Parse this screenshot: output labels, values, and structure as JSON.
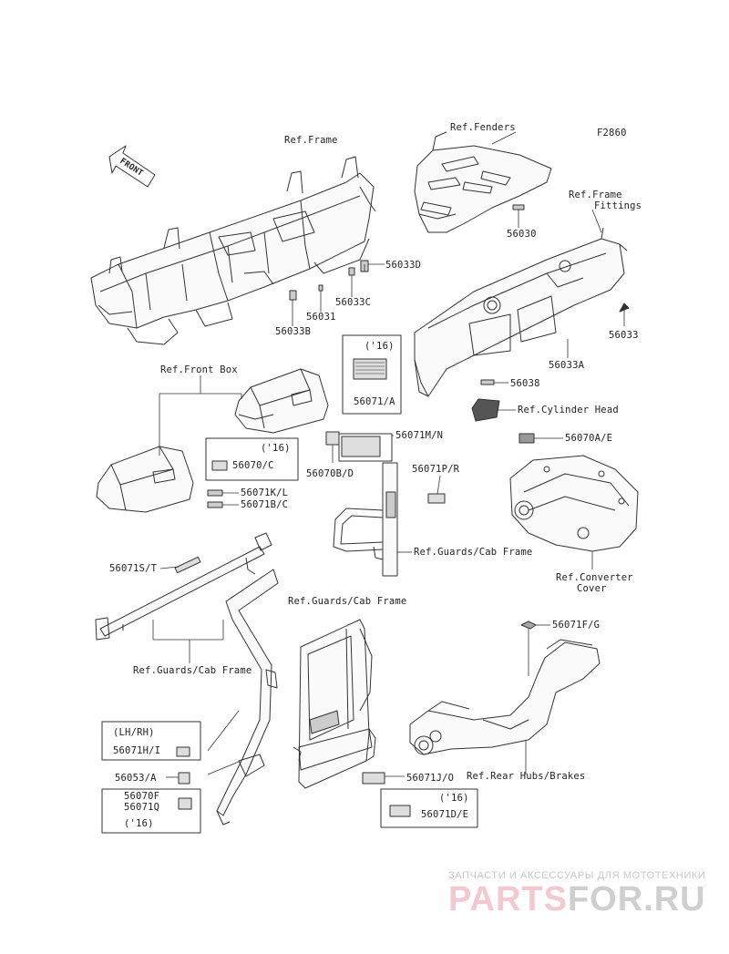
{
  "figure_code": "F2860",
  "front_arrow": "FRONT",
  "refs": {
    "frame": "Ref.Frame",
    "fenders": "Ref.Fenders",
    "frame_fittings_1": "Ref.Frame",
    "frame_fittings_2": "Fittings",
    "front_box": "Ref.Front Box",
    "cylinder_head": "Ref.Cylinder Head",
    "guards_cab_1": "Ref.Guards/Cab Frame",
    "guards_cab_2": "Ref.Guards/Cab Frame",
    "guards_cab_3": "Ref.Guards/Cab Frame",
    "converter_1": "Ref.Converter",
    "converter_2": "Cover",
    "rear_hubs": "Ref.Rear Hubs/Brakes"
  },
  "parts": {
    "p56033D": "56033D",
    "p56033C": "56033C",
    "p56031": "56031",
    "p56033B": "56033B",
    "p56030": "56030",
    "p56033": "56033",
    "p56033A": "56033A",
    "p56038": "56038",
    "p56071A": "56071/A",
    "p56071MN": "56071M/N",
    "p56070BD": "56070B/D",
    "p56070C": "56070/C",
    "p56071KL": "56071K/L",
    "p56071BC": "56071B/C",
    "p56070AE": "56070A/E",
    "p56071PR": "56071P/R",
    "p56071ST": "56071S/T",
    "p56071FG": "56071F/G",
    "p56071HI": "56071H/I",
    "p56053A": "56053/A",
    "p56070F": "56070F",
    "p56071Q": "56071Q",
    "p56071JO": "56071J/O",
    "p56071DE": "56071D/E"
  },
  "notes": {
    "y16_a": "('16)",
    "y16_b": "('16)",
    "y16_c": "('16)",
    "y16_d": "('16)",
    "lhrh": "(LH/RH)"
  },
  "watermark": {
    "caption": "ЗАПЧАСТИ И АКСЕССУАРЫ ДЛЯ МОТОТЕХНИКИ",
    "brand_a": "PARTS",
    "brand_b": "FOR.RU"
  }
}
